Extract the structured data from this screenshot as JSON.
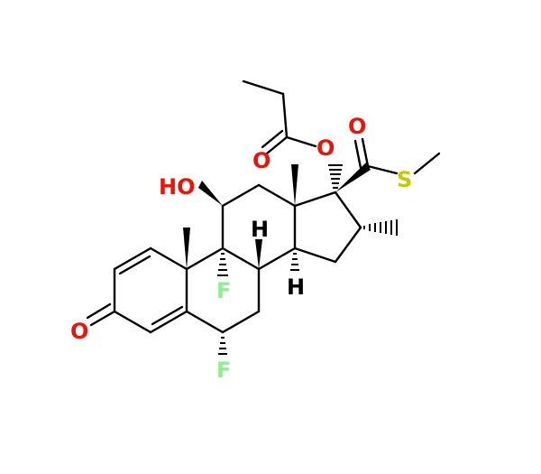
{
  "colors": {
    "bond": "#000000",
    "oxygen": "#e8150b",
    "sulfur": "#c8c800",
    "fluorine": "#8cf08c",
    "hydrogen": "#000000"
  },
  "atoms": {
    "ho": "HO",
    "o_ester": "O",
    "o_ester_carbonyl": "O",
    "o_thioester": "O",
    "s": "S",
    "o_ketone": "O",
    "f9": "F",
    "f6": "F",
    "h8": "H",
    "h14": "H"
  }
}
